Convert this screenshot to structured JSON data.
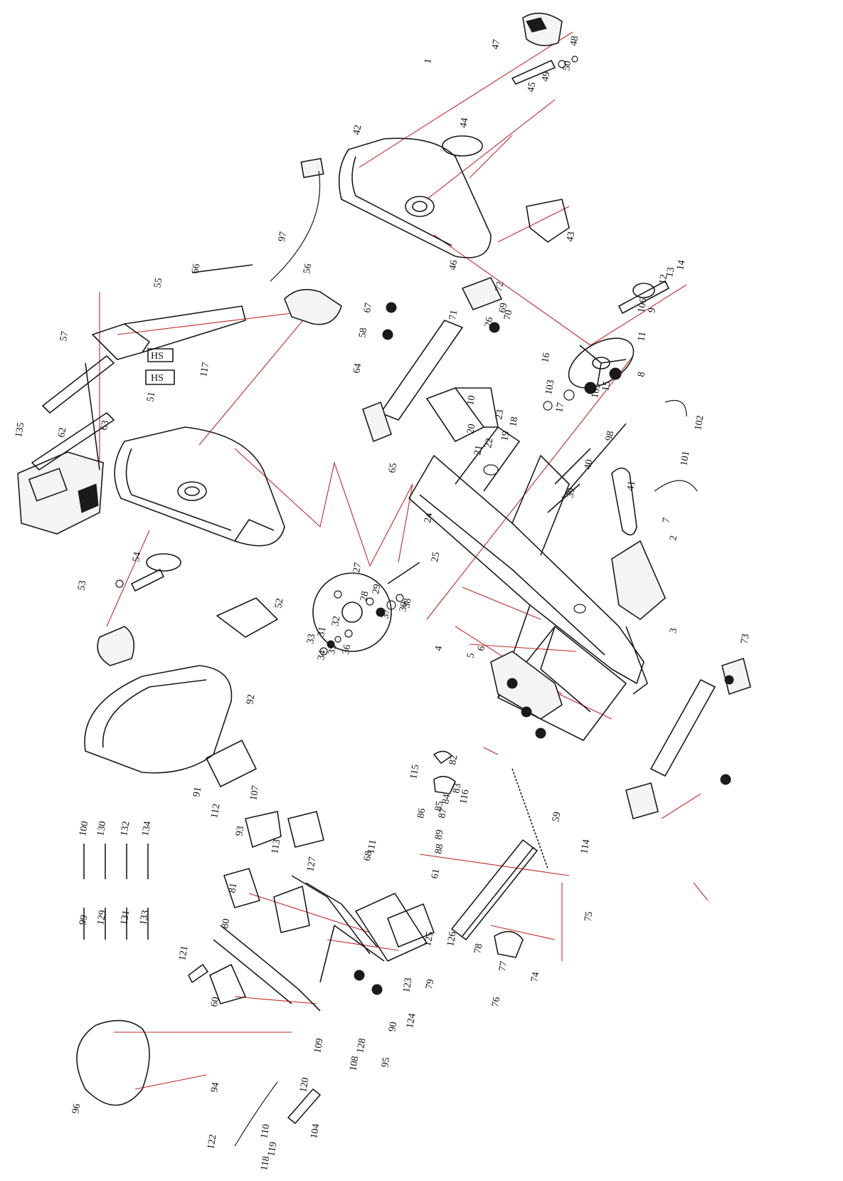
{
  "callouts": [
    "1",
    "2",
    "3",
    "4",
    "5",
    "6",
    "7",
    "8",
    "9",
    "10",
    "11",
    "12",
    "13",
    "14",
    "15",
    "16",
    "17",
    "18",
    "19",
    "20",
    "21",
    "22",
    "23",
    "24",
    "25",
    "26",
    "27",
    "28",
    "29",
    "30",
    "31",
    "32",
    "33",
    "34",
    "35",
    "36",
    "37",
    "38",
    "39",
    "40",
    "41",
    "42",
    "43",
    "44",
    "45",
    "46",
    "47",
    "48",
    "49",
    "50",
    "51",
    "52",
    "53",
    "54",
    "55",
    "56",
    "57",
    "58",
    "59",
    "60",
    "61",
    "62",
    "63",
    "64",
    "65",
    "66",
    "67",
    "68",
    "69",
    "70",
    "71",
    "72",
    "73",
    "74",
    "75",
    "76",
    "77",
    "78",
    "79",
    "80",
    "81",
    "82",
    "83",
    "84",
    "85",
    "86",
    "87",
    "88",
    "89",
    "90",
    "91",
    "92",
    "93",
    "94",
    "95",
    "96",
    "97",
    "98",
    "99",
    "100",
    "101",
    "102",
    "103",
    "104",
    "105",
    "106",
    "107",
    "108",
    "109",
    "110",
    "111",
    "112",
    "113",
    "114",
    "115",
    "116",
    "117",
    "118",
    "119",
    "120",
    "121",
    "122",
    "123",
    "124",
    "125",
    "126",
    "127",
    "128",
    "129",
    "130",
    "131",
    "132",
    "133",
    "134",
    "135"
  ],
  "sticker_logo": "HS",
  "colors": {
    "explode_line": "#c62828",
    "linework": "#1a1a1a",
    "background": "#ffffff"
  }
}
